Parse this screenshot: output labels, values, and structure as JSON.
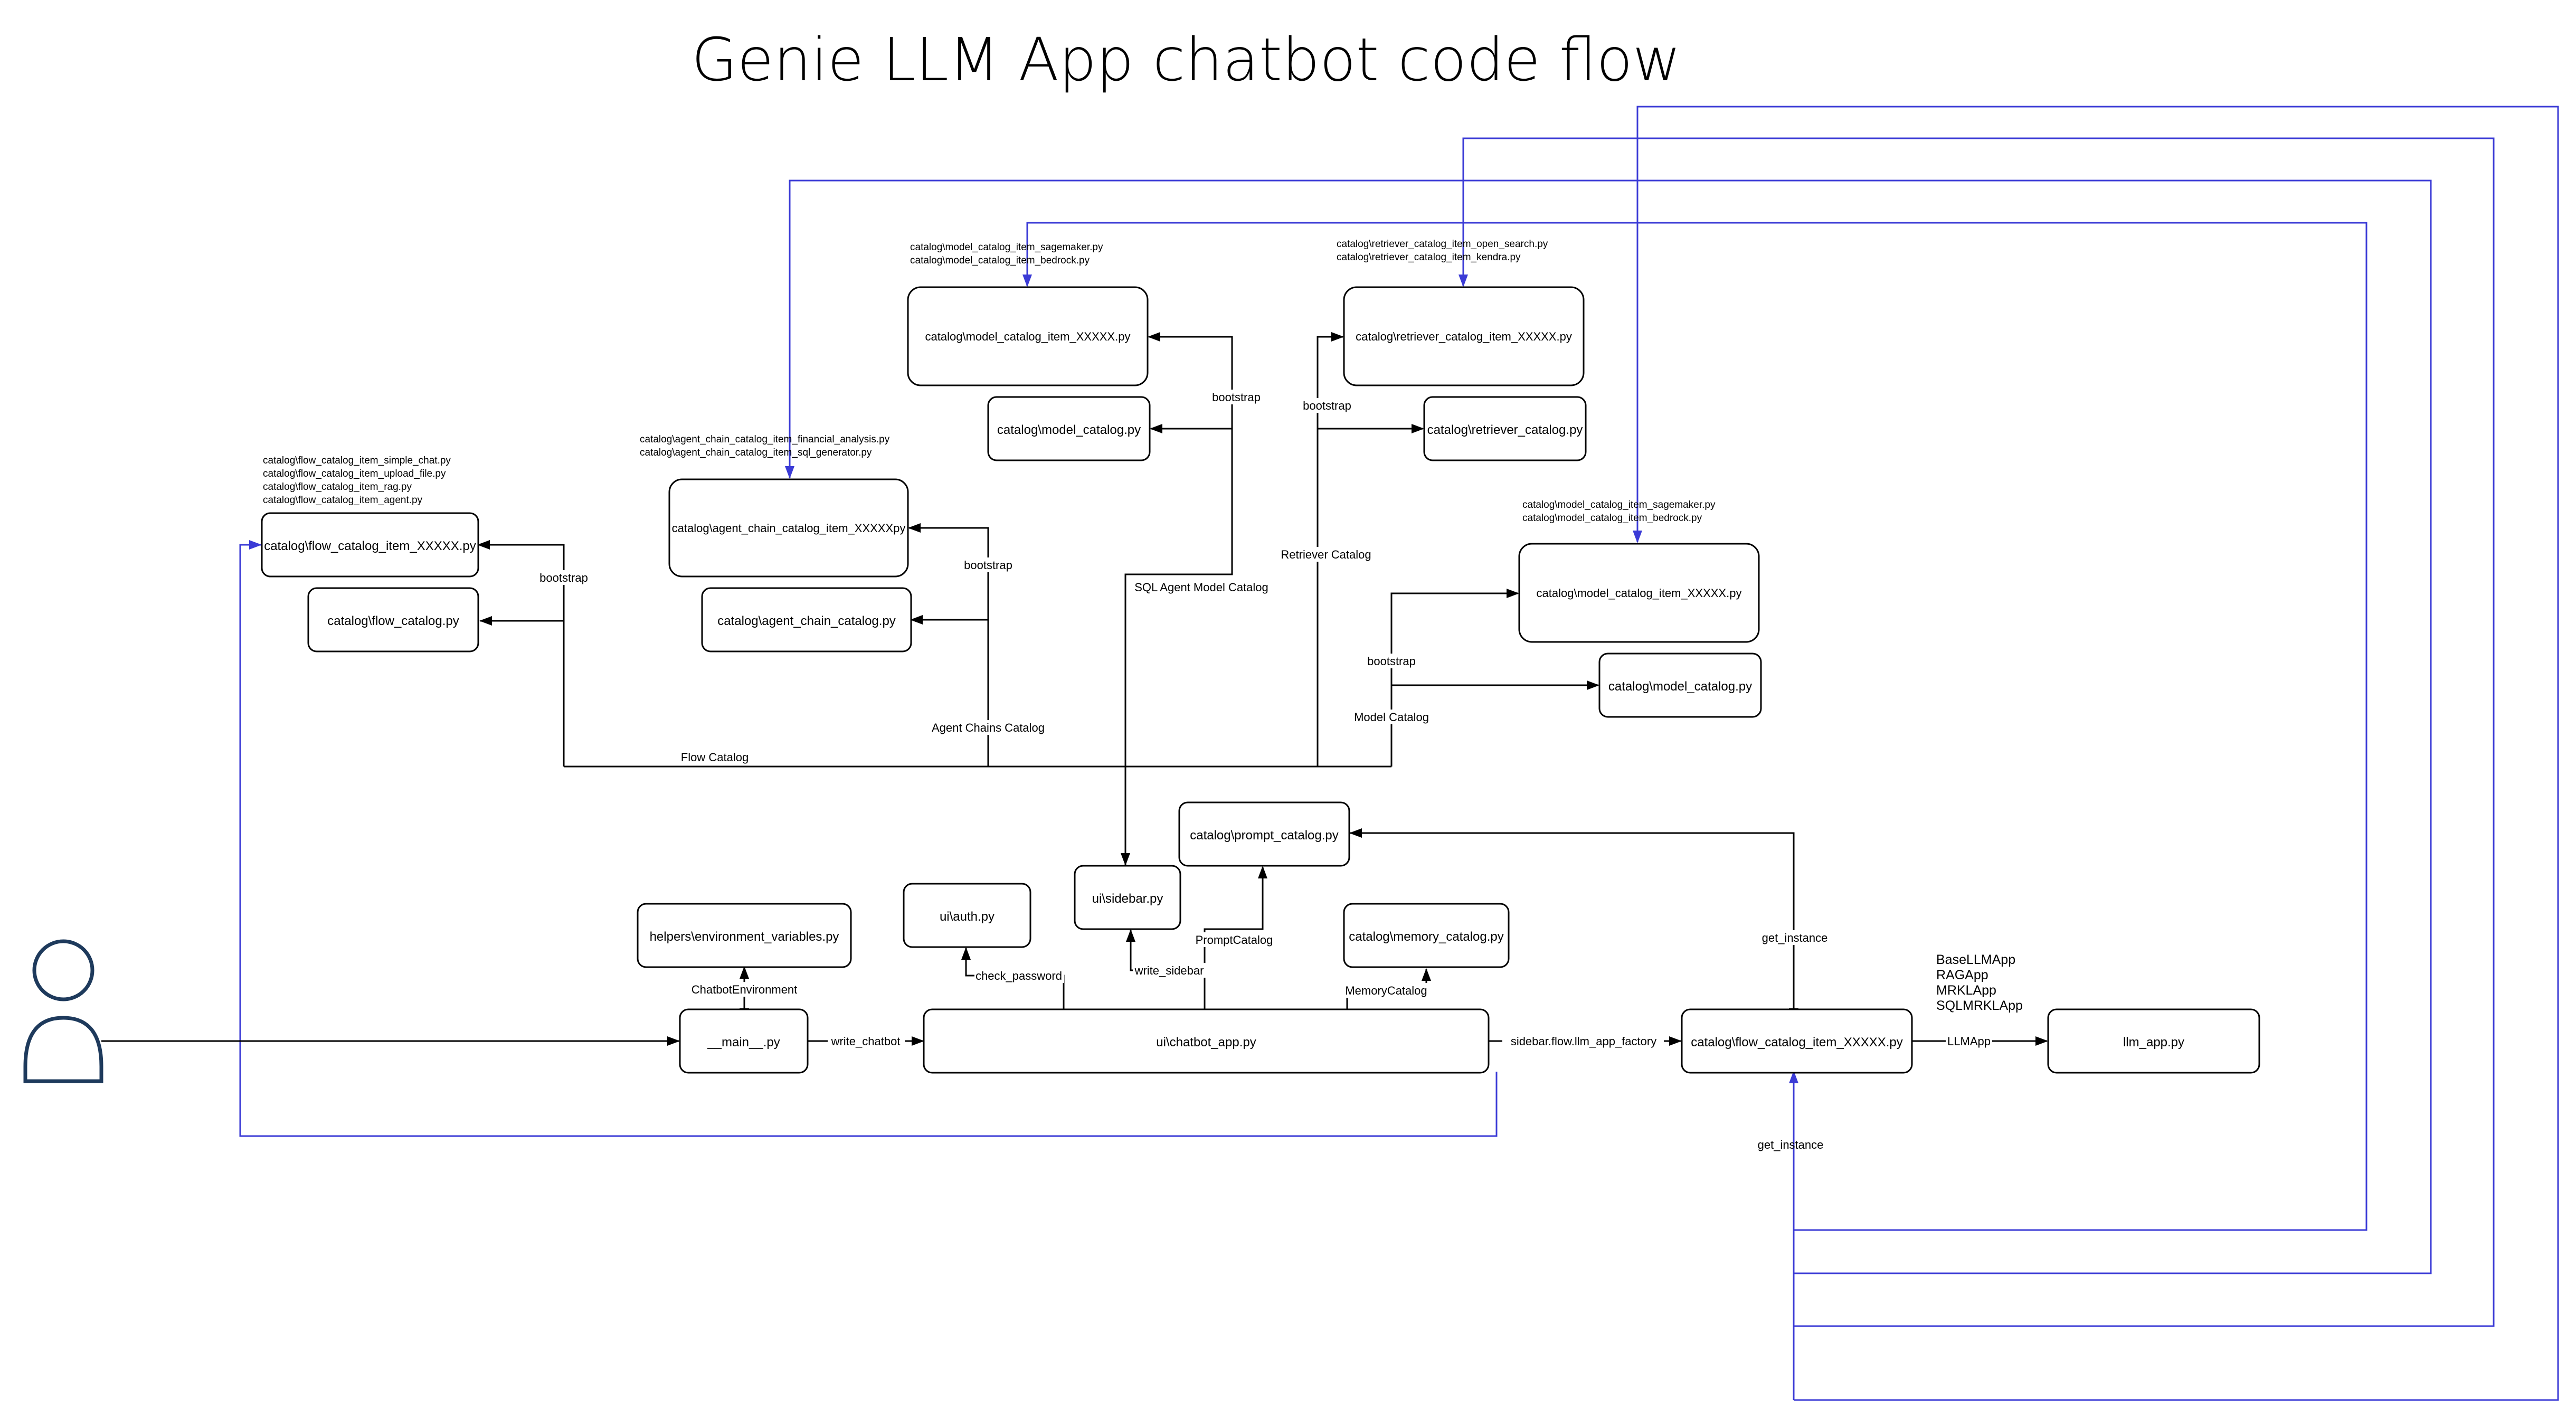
{
  "title": "Genie LLM App chatbot code flow",
  "colors": {
    "edge": "#000000",
    "blue_edge": "#3b3bd6",
    "background": "#ffffff"
  },
  "icons": {
    "user": "user-icon"
  },
  "nodes": {
    "main": "__main__.py",
    "chatbot_app": "ui\\chatbot_app.py",
    "env_vars": "helpers\\environment_variables.py",
    "auth": "ui\\auth.py",
    "sidebar": "ui\\sidebar.py",
    "prompt_catalog": "catalog\\prompt_catalog.py",
    "memory_catalog": "catalog\\memory_catalog.py",
    "flow_item_bottom": "catalog\\flow_catalog_item_XXXXX.py",
    "llm_app": "llm_app.py",
    "flow_item": "catalog\\flow_catalog_item_XXXXX.py",
    "flow_catalog": "catalog\\flow_catalog.py",
    "agent_item": "catalog\\agent_chain_catalog_item_XXXXXpy",
    "agent_catalog": "catalog\\agent_chain_catalog.py",
    "model_item_top": "catalog\\model_catalog_item_XXXXX.py",
    "model_catalog_top": "catalog\\model_catalog.py",
    "retriever_item": "catalog\\retriever_catalog_item_XXXXX.py",
    "retriever_catalog": "catalog\\retriever_catalog.py",
    "model_item_right": "catalog\\model_catalog_item_XXXXX.py",
    "model_catalog_right": "catalog\\model_catalog.py"
  },
  "annotations": {
    "flow_items": [
      "catalog\\flow_catalog_item_simple_chat.py",
      "catalog\\flow_catalog_item_upload_file.py",
      "catalog\\flow_catalog_item_rag.py",
      "catalog\\flow_catalog_item_agent.py"
    ],
    "agent_items": [
      "catalog\\agent_chain_catalog_item_financial_analysis.py",
      "catalog\\agent_chain_catalog_item_sql_generator.py"
    ],
    "model_items_top": [
      "catalog\\model_catalog_item_sagemaker.py",
      "catalog\\model_catalog_item_bedrock.py"
    ],
    "retriever_items": [
      "catalog\\retriever_catalog_item_open_search.py",
      "catalog\\retriever_catalog_item_kendra.py"
    ],
    "model_items_right": [
      "catalog\\model_catalog_item_sagemaker.py",
      "catalog\\model_catalog_item_bedrock.py"
    ],
    "llm_apps": [
      "BaseLLMApp",
      "RAGApp",
      "MRKLApp",
      "SQLMRKLApp"
    ]
  },
  "edge_labels": {
    "write_chatbot": "write_chatbot",
    "chatbot_env": "ChatbotEnvironment",
    "check_password": "check_password",
    "write_sidebar": "write_sidebar",
    "prompt_catalog": "PromptCatalog",
    "memory_catalog": "MemoryCatalog",
    "llm_app_factory": "sidebar.flow.llm_app_factory",
    "llmapp": "LLMApp",
    "get_instance_top": "get_instance",
    "get_instance_bottom": "get_instance",
    "flow_catalog": "Flow Catalog",
    "agent_chains_catalog": "Agent Chains Catalog",
    "sql_agent_model_catalog": "SQL Agent Model  Catalog",
    "retriever_catalog": "Retriever Catalog",
    "model_catalog": "Model  Catalog",
    "bootstrap_flow": "bootstrap",
    "bootstrap_agent": "bootstrap",
    "bootstrap_model_top": "bootstrap",
    "bootstrap_retriever": "bootstrap",
    "bootstrap_model_right": "bootstrap"
  }
}
